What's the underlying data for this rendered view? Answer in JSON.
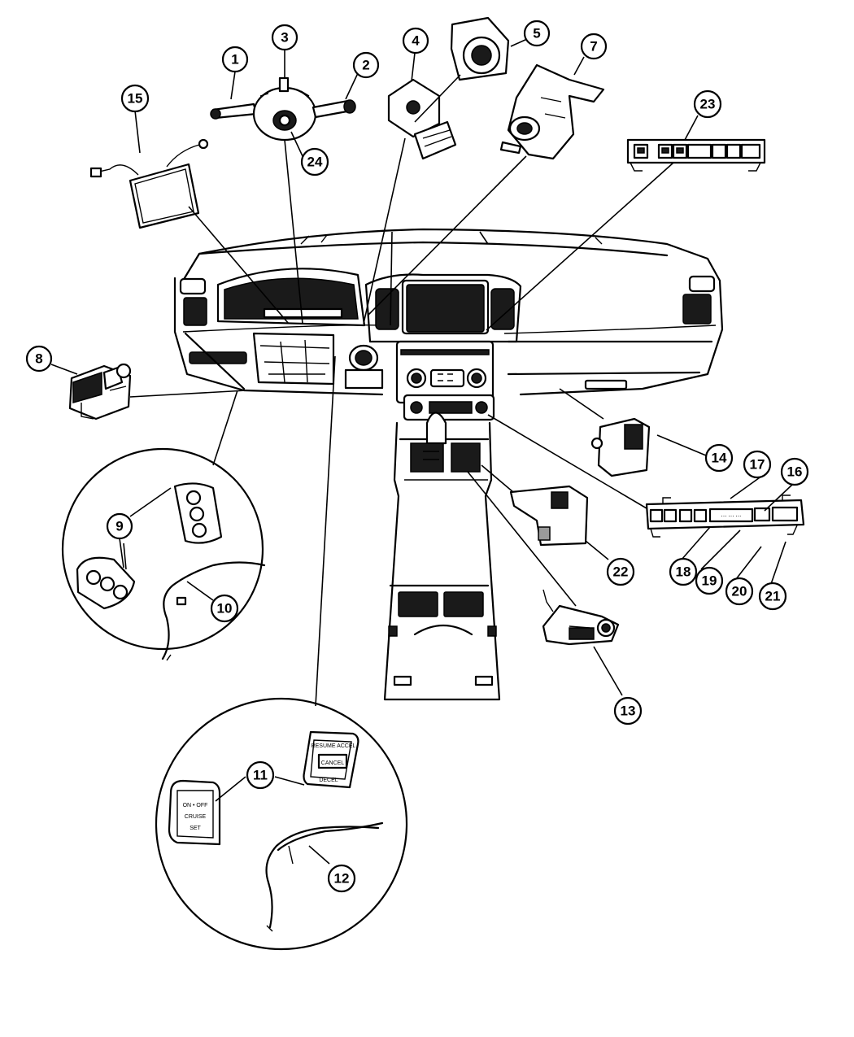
{
  "callouts": [
    {
      "id": "c1",
      "label": "1"
    },
    {
      "id": "c2",
      "label": "2"
    },
    {
      "id": "c3",
      "label": "3"
    },
    {
      "id": "c4",
      "label": "4"
    },
    {
      "id": "c5",
      "label": "5"
    },
    {
      "id": "c7",
      "label": "7"
    },
    {
      "id": "c8",
      "label": "8"
    },
    {
      "id": "c9",
      "label": "9"
    },
    {
      "id": "c9b",
      "label": "9"
    },
    {
      "id": "c10",
      "label": "10"
    },
    {
      "id": "c11",
      "label": "11"
    },
    {
      "id": "c12",
      "label": "12"
    },
    {
      "id": "c13",
      "label": "13"
    },
    {
      "id": "c14",
      "label": "14"
    },
    {
      "id": "c15",
      "label": "15"
    },
    {
      "id": "c16",
      "label": "16"
    },
    {
      "id": "c17",
      "label": "17"
    },
    {
      "id": "c18",
      "label": "18"
    },
    {
      "id": "c19",
      "label": "19"
    },
    {
      "id": "c20",
      "label": "20"
    },
    {
      "id": "c21",
      "label": "21"
    },
    {
      "id": "c22",
      "label": "22"
    },
    {
      "id": "c23",
      "label": "23"
    },
    {
      "id": "c24",
      "label": "24"
    }
  ],
  "switch_labels": {
    "cruise_on_off": "ON • OFF",
    "cruise": "CRUISE",
    "set": "SET",
    "resume_accel": "RESUME ACCEL",
    "cancel": "CANCEL",
    "decel": "DECEL"
  }
}
